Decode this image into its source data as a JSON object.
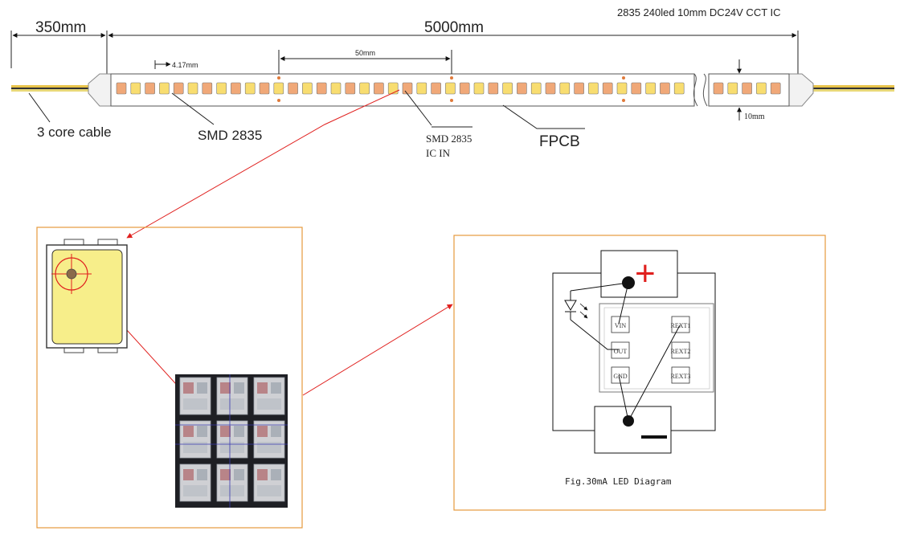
{
  "header": {
    "spec": "2835 240led 10mm DC24V CCT IC",
    "dim_lead": "350mm",
    "dim_total": "5000mm",
    "pitch": "4.17mm",
    "segment": "50mm",
    "width": "10mm"
  },
  "labels": {
    "cable": "3 core cable",
    "smd": "SMD 2835",
    "ic_line1": "SMD 2835",
    "ic_line2": "IC IN",
    "fpcb": "FPCB"
  },
  "circuit": {
    "plus": "+",
    "pins": [
      "VIN",
      "OUT",
      "GND",
      "REXT1",
      "REXT2",
      "REXT3"
    ],
    "caption": "Fig.30mA  LED Diagram"
  },
  "colors": {
    "arrow": "#e0201e",
    "frame": "#e79a3c",
    "led_warm": "#f0a878",
    "led_cool": "#f8dd70",
    "cable_yellow": "#e8c34a",
    "chip_yellow": "#f7ee8a"
  }
}
